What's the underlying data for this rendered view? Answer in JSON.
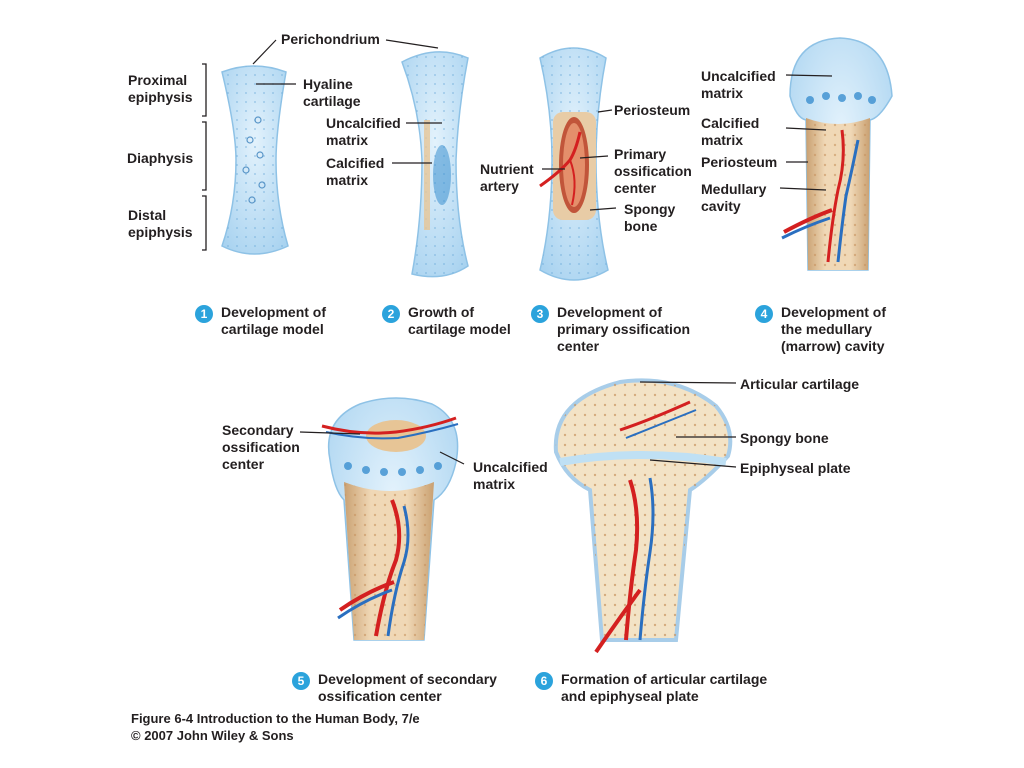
{
  "labels": {
    "perichondrium": "Perichondrium",
    "proximal_epiphysis": "Proximal\nepiphysis",
    "diaphysis": "Diaphysis",
    "distal_epiphysis": "Distal\nepiphysis",
    "hyaline_cartilage": "Hyaline\ncartilage",
    "uncalcified_matrix_2": "Uncalcified\nmatrix",
    "calcified_matrix_2": "Calcified\nmatrix",
    "nutrient_artery": "Nutrient\nartery",
    "periosteum_3": "Periosteum",
    "primary_ossification_center": "Primary\nossification\ncenter",
    "spongy_bone_3": "Spongy\nbone",
    "uncalcified_matrix_4": "Uncalcified\nmatrix",
    "calcified_matrix_4": "Calcified\nmatrix",
    "periosteum_4": "Periosteum",
    "medullary_cavity": "Medullary\ncavity",
    "secondary_ossification_center": "Secondary\nossification\ncenter",
    "uncalcified_matrix_5": "Uncalcified\nmatrix",
    "articular_cartilage": "Articular cartilage",
    "spongy_bone_6": "Spongy bone",
    "epiphyseal_plate": "Epiphyseal plate"
  },
  "steps": [
    {
      "number": "1",
      "caption": "Development of\ncartilage model"
    },
    {
      "number": "2",
      "caption": "Growth of\ncartilage model"
    },
    {
      "number": "3",
      "caption": "Development of\nprimary ossification\ncenter"
    },
    {
      "number": "4",
      "caption": "Development of\nthe medullary\n(marrow) cavity"
    },
    {
      "number": "5",
      "caption": "Development of secondary\nossification center"
    },
    {
      "number": "6",
      "caption": "Formation of articular cartilage\nand epiphyseal plate"
    }
  ],
  "credit": {
    "line1": "Figure 6-4 Introduction to the Human Body, 7/e",
    "line2": "© 2007 John Wiley & Sons"
  },
  "colors": {
    "cartilage": "#bfe0f4",
    "cartilage_dots": "#3a8fd0",
    "bone": "#e9c9a0",
    "bone_dark": "#cfa274",
    "artery": "#d42020",
    "vein": "#2a6fc0",
    "step_badge": "#2ba3dc"
  }
}
